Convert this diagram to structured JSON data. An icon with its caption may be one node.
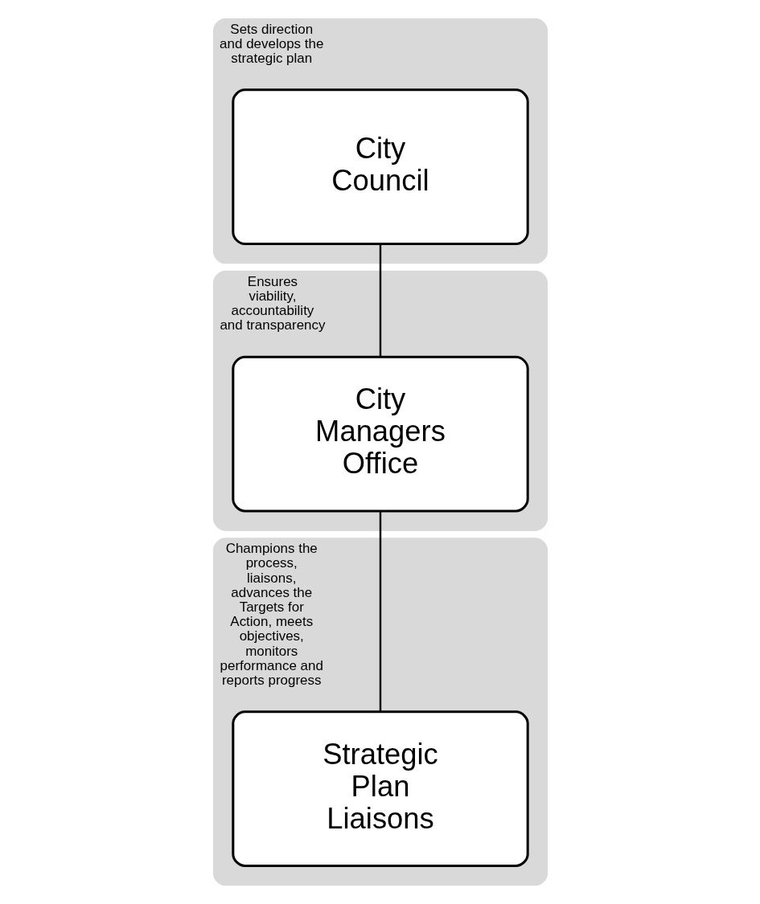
{
  "diagram": {
    "nodes": [
      {
        "text": [
          "Sets direction and develops the strategic plan"
        ]
      },
      {
        "text": [
          "City Council"
        ],
        "in": 0
      },
      {
        "text": [
          "Ensures viability, accountability and transparency"
        ]
      },
      {
        "text": [
          "City Managers Office"
        ],
        "in": 2
      },
      {
        "text": [
          "Champions the process, liaisons, advances the Targets for Action, meets objectives, monitors performance and reports progress"
        ]
      },
      {
        "text": [
          "Strategic Plan Liaisons"
        ],
        "in": 4
      }
    ],
    "edges": [
      {
        "from": 1,
        "to": 3,
        "arrow": "none"
      },
      {
        "from": 3,
        "to": 5,
        "arrow": "none"
      }
    ]
  }
}
